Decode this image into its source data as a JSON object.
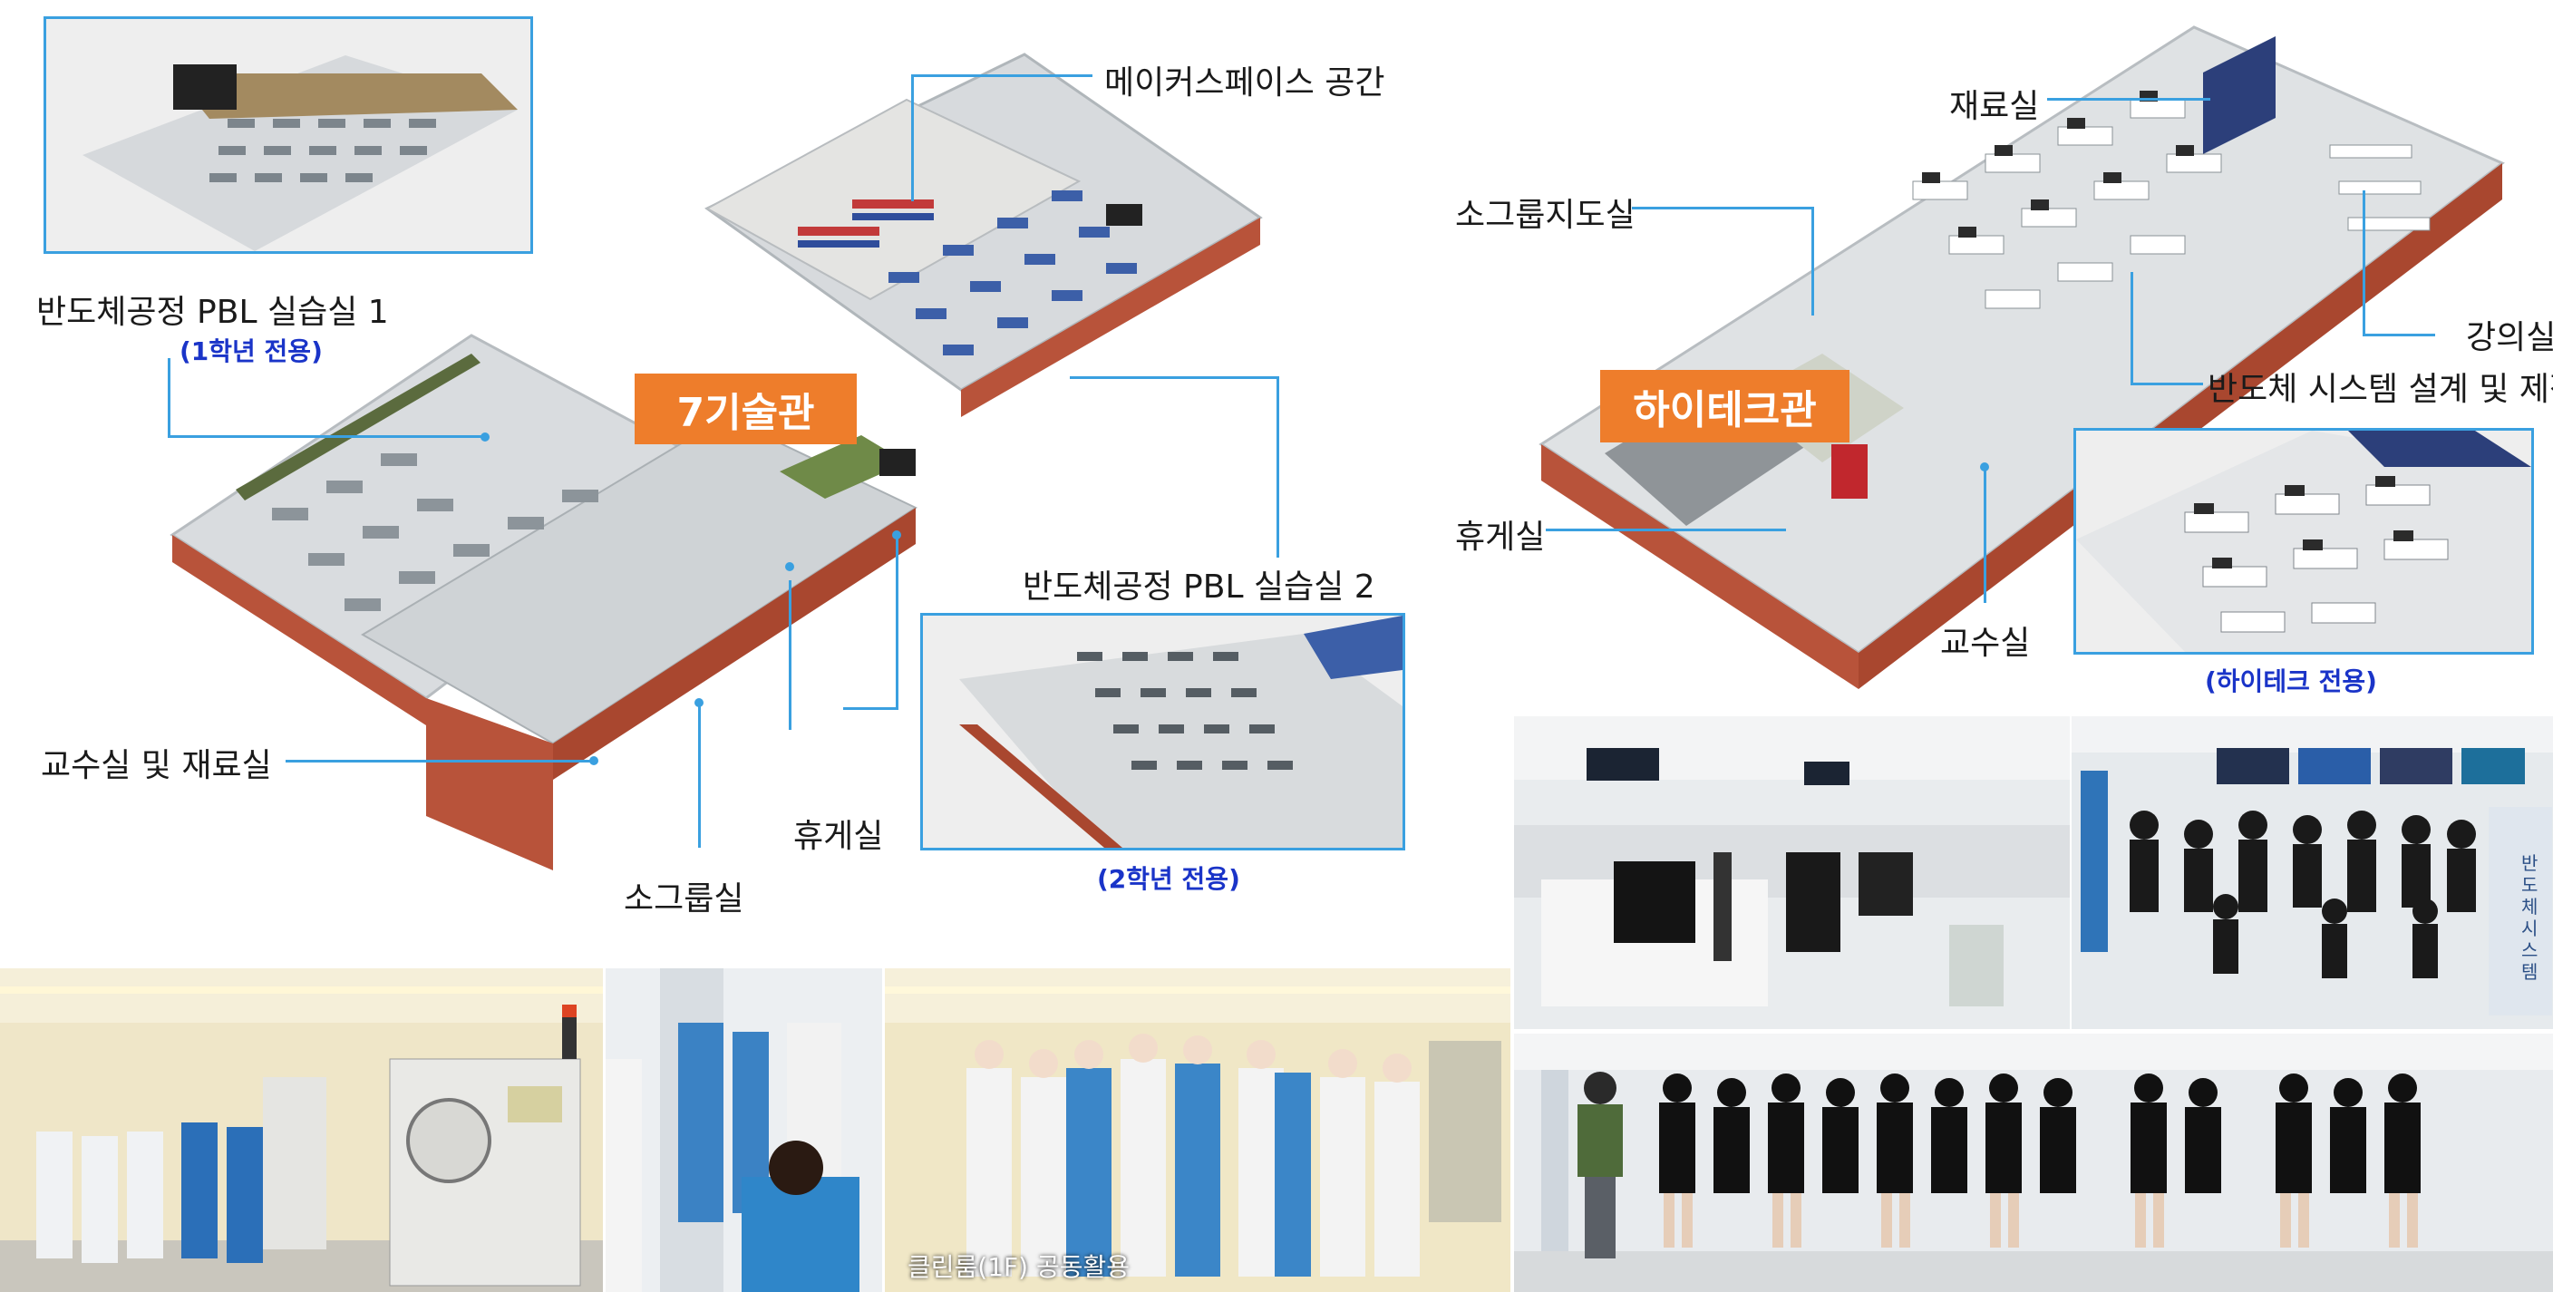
{
  "building_7": {
    "badge": "7기술관",
    "labels": {
      "makerspace": "메이커스페이스 공간",
      "pbl_room_1": "반도체공정 PBL 실습실 1",
      "pbl_room_1_note": "(1학년 전용)",
      "pbl_room_2": "반도체공정 PBL 실습실 2",
      "pbl_room_2_note": "(2학년 전용)",
      "faculty_and_materials": "교수실 및 재료실",
      "lounge": "휴게실",
      "small_group_room": "소그룹실"
    }
  },
  "hightech": {
    "badge": "하이테크관",
    "labels": {
      "materials_room": "재료실",
      "small_group_guidance": "소그룹지도실",
      "lecture_room": "강의실",
      "system_design_room": "반도체 시스템 설계 및 제작실",
      "lounge": "휴게실",
      "faculty_room": "교수실",
      "note": "(하이테크 전용)"
    }
  },
  "photos": {
    "cleanroom_caption": "클린룸(1F) 공동활용",
    "banner_vertical_text": "반도체시스템"
  },
  "colors": {
    "badge_orange": "#ee7d2b",
    "leader_blue": "#3aa0e0",
    "note_blue": "#1a34c8"
  }
}
